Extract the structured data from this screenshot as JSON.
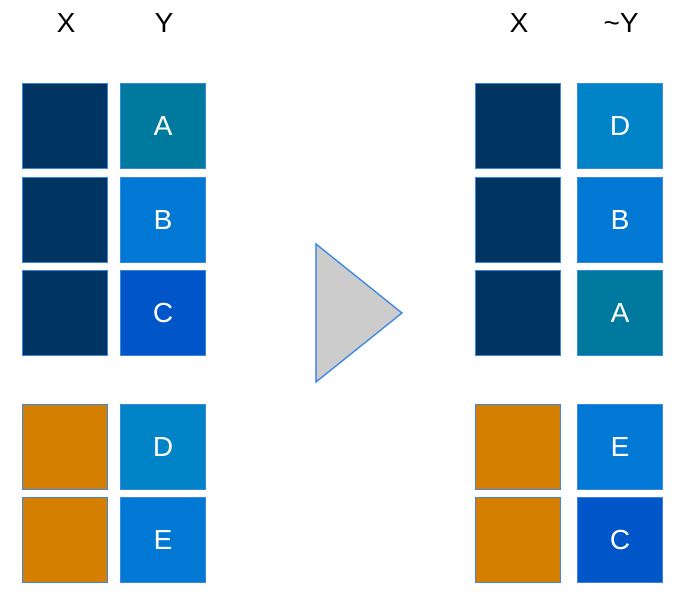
{
  "left": {
    "x_header": "X",
    "y_header": "Y",
    "rows": [
      {
        "x_color": "#003461",
        "y_label": "A",
        "y_color": "#00799e"
      },
      {
        "x_color": "#003461",
        "y_label": "B",
        "y_color": "#0078d4"
      },
      {
        "x_color": "#003461",
        "y_label": "C",
        "y_color": "#0055c9"
      },
      {
        "x_color": "#d47f00",
        "y_label": "D",
        "y_color": "#0084c7"
      },
      {
        "x_color": "#d47f00",
        "y_label": "E",
        "y_color": "#0078d4"
      }
    ]
  },
  "right": {
    "x_header": "X",
    "y_header": "~Y",
    "rows": [
      {
        "x_color": "#003461",
        "y_label": "D",
        "y_color": "#0084c7"
      },
      {
        "x_color": "#003461",
        "y_label": "B",
        "y_color": "#0078d4"
      },
      {
        "x_color": "#003461",
        "y_label": "A",
        "y_color": "#00799e"
      },
      {
        "x_color": "#d47f00",
        "y_label": "E",
        "y_color": "#0078d4"
      },
      {
        "x_color": "#d47f00",
        "y_label": "C",
        "y_color": "#0055c9"
      }
    ]
  },
  "arrow": {
    "fill": "#cccccc",
    "stroke": "#3a86e0"
  }
}
